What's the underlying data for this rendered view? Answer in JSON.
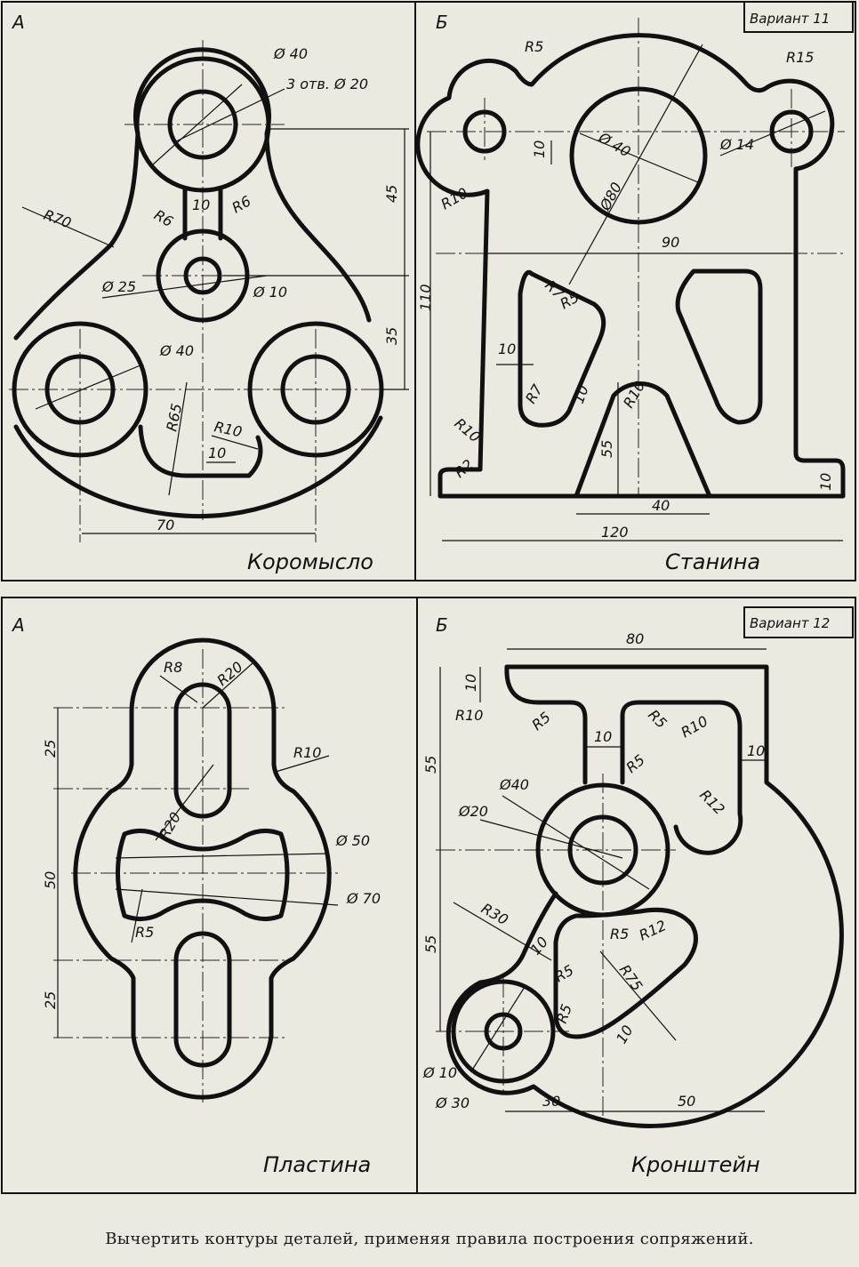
{
  "panels": {
    "top_left": {
      "label": "А",
      "title": "Коромысло"
    },
    "top_right": {
      "label": "Б",
      "title": "Станина",
      "variant": "Вариант 11"
    },
    "bottom_left": {
      "label": "А",
      "title": "Пластина"
    },
    "bottom_right": {
      "label": "Б",
      "title": "Кронштейн",
      "variant": "Вариант 12"
    }
  },
  "dims": {
    "rocker": [
      "Ø 40",
      "3 отв. Ø 20",
      "45",
      "R70",
      "R6",
      "10",
      "R6",
      "Ø 25",
      "Ø 10",
      "35",
      "Ø 40",
      "R65",
      "R10",
      "10",
      "70"
    ],
    "frame": [
      "R5",
      "R15",
      "10",
      "Ø 40",
      "Ø 14",
      "Ø80",
      "R10",
      "90",
      "110",
      "R7",
      "R5",
      "10",
      "R7",
      "10",
      "R10",
      "R10",
      "55",
      "R2",
      "40",
      "10",
      "120"
    ],
    "plate": [
      "R8",
      "R20",
      "25",
      "R10",
      "R20",
      "Ø 50",
      "50",
      "Ø 70",
      "R5",
      "25"
    ],
    "bracket": [
      "80",
      "10",
      "R10",
      "R5",
      "R5",
      "10",
      "R10",
      "10",
      "55",
      "R5",
      "Ø40",
      "Ø20",
      "R12",
      "R30",
      "10",
      "55",
      "R5",
      "R12",
      "R5",
      "R75",
      "R5",
      "10",
      "Ø 10",
      "Ø 30",
      "30",
      "50"
    ]
  },
  "caption": "Вычертить контуры деталей, применяя правила построения сопряжений."
}
